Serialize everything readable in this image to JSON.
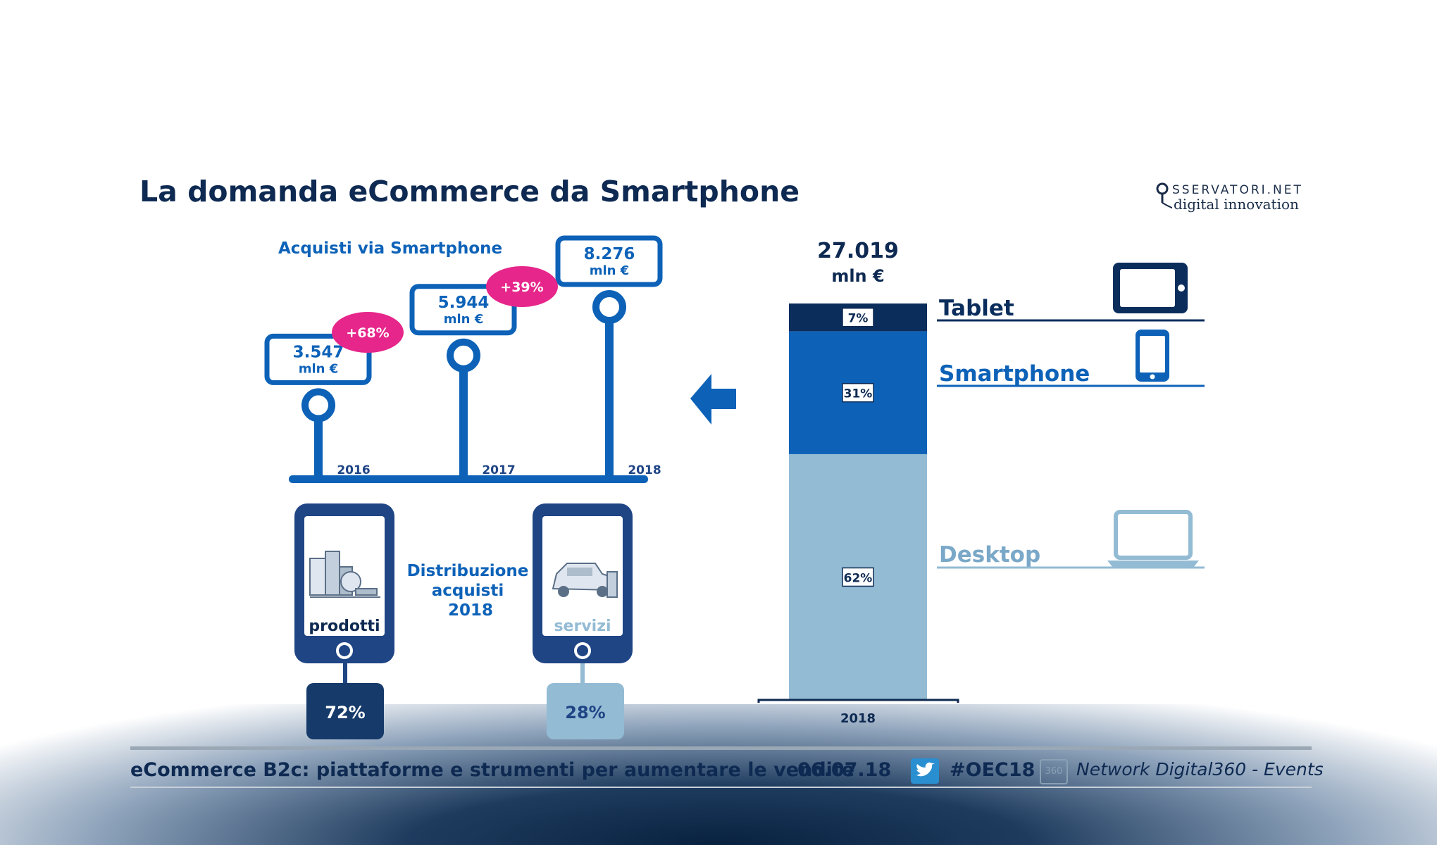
{
  "slide": {
    "title": "La domanda eCommerce da Smartphone"
  },
  "logo": {
    "top": "SSERVATORI.NET",
    "bottom": "digital innovation"
  },
  "left_panel": {
    "heading": "Acquisti via Smartphone",
    "distribution_label": [
      "Distribuzione",
      "acquisti",
      "2018"
    ],
    "products_label": "prodotti",
    "services_label": "servizi",
    "products_share": "72%",
    "services_share": "28%"
  },
  "right_panel": {
    "total_value": "27.019",
    "total_unit": "mln €"
  },
  "colors": {
    "navy": "#0e2a52",
    "blue": "#0d62b8",
    "light_blue": "#93bbd4",
    "dark_tablet": "#0b2d5c",
    "pink": "#e6268a"
  },
  "icons": [
    "arrow-left-icon",
    "tablet-icon",
    "smartphone-icon",
    "laptop-icon",
    "product-illustration-icon",
    "car-service-icon",
    "twitter-icon",
    "network-360-icon"
  ],
  "chart_data": [
    {
      "type": "line",
      "title": "Acquisti via Smartphone",
      "x": [
        "2016",
        "2017",
        "2018"
      ],
      "series": [
        {
          "values": [
            3547,
            5944,
            8276
          ],
          "labels": [
            "3.547",
            "5.944",
            "8.276"
          ],
          "unit": "mln €"
        }
      ],
      "growth_annotations": [
        "+68%",
        "+39%"
      ]
    },
    {
      "type": "bar",
      "stacked": true,
      "categories": [
        "2018"
      ],
      "total": "27.019",
      "total_unit": "mln €",
      "series": [
        {
          "name": "Desktop",
          "values": [
            62
          ],
          "label": "62%",
          "color": "#93bbd4"
        },
        {
          "name": "Smartphone",
          "values": [
            31
          ],
          "label": "31%",
          "color": "#0d62b8"
        },
        {
          "name": "Tablet",
          "values": [
            7
          ],
          "label": "7%",
          "color": "#0b2d5c"
        }
      ]
    },
    {
      "type": "pie",
      "title": "Distribuzione acquisti 2018",
      "categories": [
        "prodotti",
        "servizi"
      ],
      "values": [
        72,
        28
      ]
    }
  ],
  "footer": {
    "text": "eCommerce B2c: piattaforme e strumenti per aumentare le vendite",
    "date": "06.07.18",
    "hashtag": "#OEC18",
    "network": "Network Digital360 - Events",
    "net_icon_text": "360"
  }
}
